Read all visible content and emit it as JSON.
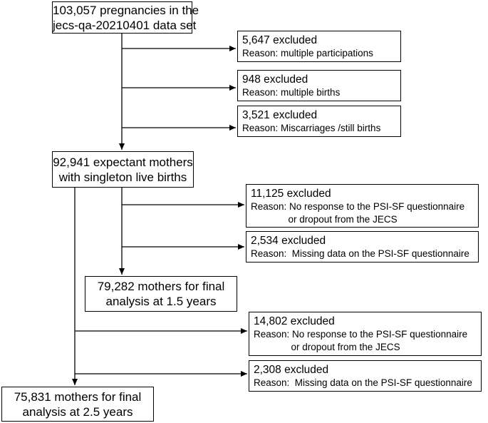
{
  "boxes": {
    "start": [
      "103,057 pregnancies in the",
      "jecs-qa-20210401 data set"
    ],
    "excl1": {
      "count": "5,647 excluded",
      "reason": [
        "Reason: multiple participations"
      ]
    },
    "excl2": {
      "count": "948 excluded",
      "reason": [
        "Reason: multiple births"
      ]
    },
    "excl3": {
      "count": "3,521 excluded",
      "reason": [
        "Reason: Miscarriages /still births"
      ]
    },
    "singleton": [
      "92,941 expectant mothers",
      "with singleton live births"
    ],
    "excl4": {
      "count": "11,125 excluded",
      "reason": [
        "Reason: No response to the PSI-SF questionnaire",
        "              or dropout from the JECS"
      ]
    },
    "excl5": {
      "count": "2,534 excluded",
      "reason": [
        "Reason:  Missing data on the PSI-SF questionnaire"
      ]
    },
    "final15": [
      "79,282 mothers for final",
      "analysis at 1.5 years"
    ],
    "excl6": {
      "count": "14,802 excluded",
      "reason": [
        "Reason: No response to the PSI-SF questionnaire",
        "              or dropout from the JECS"
      ]
    },
    "excl7": {
      "count": "2,308 excluded",
      "reason": [
        "Reason:  Missing data on the PSI-SF questionnaire"
      ]
    },
    "final25": [
      "75,831 mothers for final",
      "analysis at 2.5 years"
    ]
  }
}
